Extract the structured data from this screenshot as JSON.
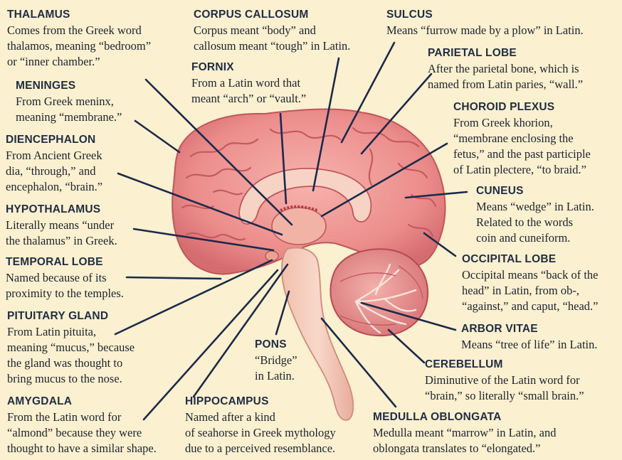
{
  "labels": {
    "thalamus": {
      "title": "THALAMUS",
      "lines": [
        "Comes from the Greek word",
        "thalamos, meaning “bedroom”",
        "or “inner chamber.”"
      ]
    },
    "corpus_callosum": {
      "title": "CORPUS CALLOSUM",
      "lines": [
        "Corpus meant “body” and",
        "callosum meant “tough” in Latin."
      ]
    },
    "fornix": {
      "title": "FORNIX",
      "lines": [
        "From a Latin word that",
        "meant “arch” or “vault.”"
      ]
    },
    "sulcus": {
      "title": "SULCUS",
      "lines": [
        "Means “furrow made by a plow” in Latin."
      ]
    },
    "parietal_lobe": {
      "title": "PARIETAL LOBE",
      "lines": [
        "After the parietal bone, which is",
        "named from Latin paries, “wall.”"
      ]
    },
    "meninges": {
      "title": "MENINGES",
      "lines": [
        "From Greek meninx,",
        "meaning “membrane.”"
      ]
    },
    "choroid_plexus": {
      "title": "CHOROID PLEXUS",
      "lines": [
        "From Greek khorion,",
        "“membrane enclosing the",
        "fetus,” and the past participle",
        "of Latin plectere, “to braid.”"
      ]
    },
    "diencephalon": {
      "title": "DIENCEPHALON",
      "lines": [
        "From Ancient Greek",
        "dia, “through,” and",
        "encephalon, “brain.”"
      ]
    },
    "cuneus": {
      "title": "CUNEUS",
      "lines": [
        "Means “wedge” in Latin.",
        "Related to the words",
        "coin and cuneiform."
      ]
    },
    "hypothalamus": {
      "title": "HYPOTHALAMUS",
      "lines": [
        "Literally means “under",
        "the thalamus” in Greek."
      ]
    },
    "occipital_lobe": {
      "title": "OCCIPITAL LOBE",
      "lines": [
        "Occipital means “back of the",
        "head” in Latin, from ob-,",
        "“against,” and caput, “head.”"
      ]
    },
    "temporal_lobe": {
      "title": "TEMPORAL LOBE",
      "lines": [
        "Named because of its",
        "proximity to the temples."
      ]
    },
    "pituitary_gland": {
      "title": "PITUITARY GLAND",
      "lines": [
        "From Latin pituita,",
        "meaning “mucus,” because",
        "the gland was thought to",
        "bring mucus to the nose."
      ]
    },
    "arbor_vitae": {
      "title": "ARBOR VITAE",
      "lines": [
        "Means “tree of life” in Latin."
      ]
    },
    "pons": {
      "title": "PONS",
      "lines": [
        "“Bridge”",
        "in Latin."
      ]
    },
    "cerebellum": {
      "title": "CEREBELLUM",
      "lines": [
        "Diminutive of the Latin word for",
        "“brain,” so literally “small brain.”"
      ]
    },
    "amygdala": {
      "title": "AMYGDALA",
      "lines": [
        "From the Latin word for",
        "“almond” because they were",
        "thought to have a similar shape."
      ]
    },
    "hippocampus": {
      "title": "HIPPOCAMPUS",
      "lines": [
        "Named after a kind",
        "of seahorse in Greek mythology",
        "due to a perceived resemblance."
      ]
    },
    "medulla_oblongata": {
      "title": "MEDULLA OBLONGATA",
      "lines": [
        "Medulla meant “marrow” in Latin, and",
        "oblongata translates to “elongated.”"
      ]
    }
  },
  "colors": {
    "background": "#fbf0cf",
    "cortex": "#ec8d8c",
    "cortex_dark": "#c9595e",
    "brainstem": "#f4c7b4",
    "leader": "#1c2a4a",
    "title": "#1f2d44"
  }
}
